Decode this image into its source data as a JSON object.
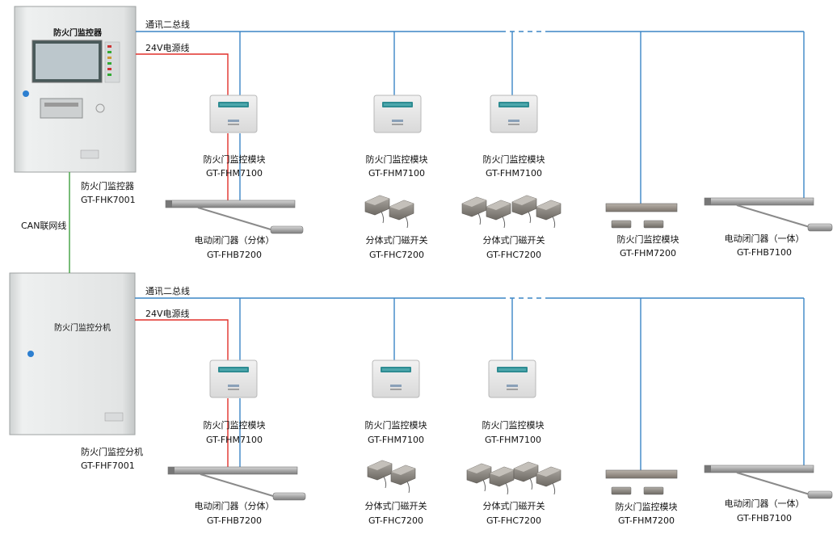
{
  "colors": {
    "bus_line": "#3b86c6",
    "power_line": "#e0302a",
    "can_line": "#4aa64a",
    "cabinet": "#e4e6e6",
    "device_body": "#e6e6e6",
    "lcd": "#2e8c92"
  },
  "master": {
    "panel_title": "防火门监控器",
    "name": "防火门监控器",
    "model": "GT-FHK7001"
  },
  "slave": {
    "panel_title": "防火门监控分机",
    "name": "防火门监控分机",
    "model": "GT-FHF7001"
  },
  "can_line_label": "CAN联网线",
  "rows": [
    {
      "bus_label": "通讯二总线",
      "power_label": "24V电源线",
      "modules": [
        {
          "name": "防火门监控模块",
          "model": "GT-FHM7100"
        },
        {
          "name": "防火门监控模块",
          "model": "GT-FHM7100"
        },
        {
          "name": "防火门监控模块",
          "model": "GT-FHM7100"
        }
      ],
      "devices": [
        {
          "name": "电动闭门器（分体）",
          "model": "GT-FHB7200"
        },
        {
          "name": "分体式门磁开关",
          "model": "GT-FHC7200"
        },
        {
          "name": "分体式门磁开关",
          "model": "GT-FHC7200"
        },
        {
          "name": "防火门监控模块",
          "model": "GT-FHM7200"
        },
        {
          "name": "电动闭门器（一体）",
          "model": "GT-FHB7100"
        }
      ]
    },
    {
      "bus_label": "通讯二总线",
      "power_label": "24V电源线",
      "modules": [
        {
          "name": "防火门监控模块",
          "model": "GT-FHM7100"
        },
        {
          "name": "防火门监控模块",
          "model": "GT-FHM7100"
        },
        {
          "name": "防火门监控模块",
          "model": "GT-FHM7100"
        }
      ],
      "devices": [
        {
          "name": "电动闭门器（分体）",
          "model": "GT-FHB7200"
        },
        {
          "name": "分体式门磁开关",
          "model": "GT-FHC7200"
        },
        {
          "name": "分体式门磁开关",
          "model": "GT-FHC7200"
        },
        {
          "name": "防火门监控模块",
          "model": "GT-FHM7200"
        },
        {
          "name": "电动闭门器（一体）",
          "model": "GT-FHB7100"
        }
      ]
    }
  ]
}
